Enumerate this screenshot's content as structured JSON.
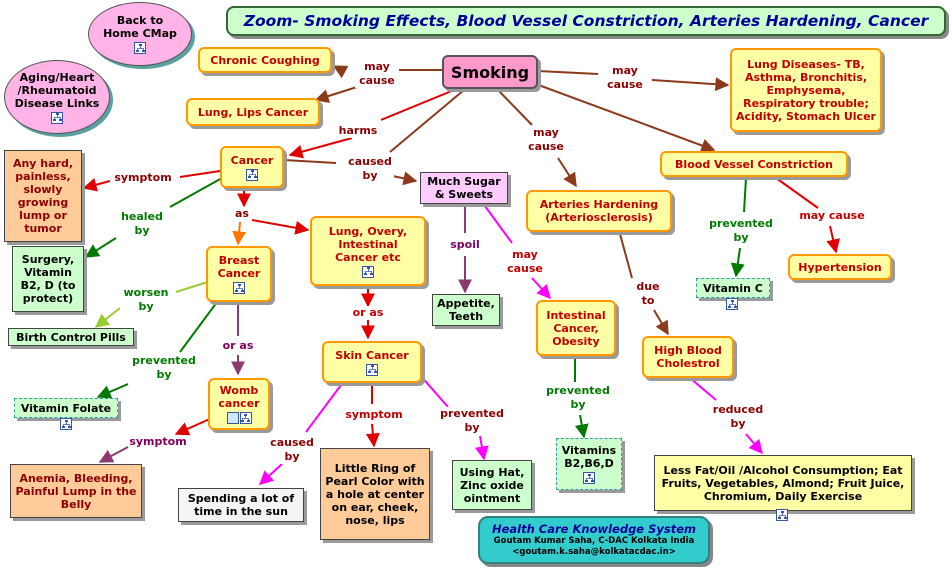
{
  "title": "Zoom- Smoking Effects, Blood Vessel Constriction, Arteries Hardening, Cancer",
  "nav": {
    "back_home": "Back to Home CMap",
    "aging": "Aging/Heart /Rheumatoid Disease Links"
  },
  "nodes": {
    "smoking": "Smoking",
    "chronic_coughing": "Chronic Coughing",
    "lung_lips_cancer": "Lung, Lips Cancer",
    "lung_diseases": "Lung Diseases- TB, Asthma, Bronchitis, Emphysema, Respiratory trouble; Acidity, Stomach Ulcer",
    "cancer": "Cancer",
    "hard_lump": "Any hard, painless, slowly growing lump or tumor",
    "surgery": "Surgery, Vitamin B2, D (to protect)",
    "breast_cancer": "Breast Cancer",
    "lung_ovary": "Lung, Overy, Intestinal Cancer etc",
    "much_sugar": "Much Sugar & Sweets",
    "arteries_hardening": "Arteries Hardening (Arteriosclerosis)",
    "blood_vessel": "Blood Vessel Constriction",
    "birth_control": "Birth Control Pills",
    "vitamin_folate": "Vitamin Folate",
    "womb_cancer": "Womb cancer",
    "skin_cancer": "Skin Cancer",
    "appetite": "Appetite, Teeth",
    "intestinal_obesity": "Intestinal Cancer, Obesity",
    "high_blood_chol": "High Blood Cholestrol",
    "vitamin_c": "Vitamin C",
    "hypertension": "Hypertension",
    "anemia": "Anemia, Bleeding, Painful Lump in the Belly",
    "spending_sun": "Spending a lot of time in the sun",
    "little_ring": "Little Ring of Pearl Color with a hole at center on ear, cheek, nose, lips",
    "using_hat": "Using Hat, Zinc oxide ointment",
    "vitamins_b": "Vitamins B2,B6,D",
    "less_fat": "Less Fat/Oil /Alcohol Consumption; Eat Fruits, Vegetables, Almond; Fruit Juice, Chromium, Daily Exercise"
  },
  "links": {
    "may_cause_1": "may cause",
    "may_cause_2": "may cause",
    "harms": "harms",
    "may_cause_3": "may cause",
    "caused_by_1": "caused by",
    "symptom_1": "symptom",
    "healed_by": "healed by",
    "as": "as",
    "worsen_by": "worsen by",
    "prevented_by_1": "prevented by",
    "or_as_1": "or as",
    "symptom_2": "symptom",
    "or_as_2": "or as",
    "spoil": "spoil",
    "may_cause_4": "may cause",
    "symptom_3": "symptom",
    "prevented_by_2": "prevented by",
    "caused_by_2": "caused by",
    "prevented_by_3": "prevented by",
    "due_to": "due to",
    "prevented_by_4": "prevented by",
    "may_cause_5": "may cause",
    "reduced_by": "reduced by"
  },
  "footer": {
    "line1": "Health Care Knowledge System",
    "line2": "Goutam Kumar Saha, C-DAC Kolkata India",
    "line3": "<goutam.k.saha@kolkatacdac.in>"
  },
  "colors": {
    "title_bg": "#ccffcc",
    "title_text": "#000099",
    "node_fill": "#ffffa6",
    "node_border": "#ff9900",
    "node_text": "#c00000",
    "footer_bg": "#33cccc",
    "footer_title": "#000099",
    "arrow_brown": "#8b3a1a",
    "arrow_red": "#e00000",
    "arrow_green": "#007a00",
    "arrow_magenta": "#ff00ff",
    "arrow_purple": "#8b3a70",
    "arrow_orange": "#ff7700",
    "arrow_olive": "#99cc33"
  },
  "icons": {
    "map": "concept-map-icon",
    "image": "image-icon"
  }
}
